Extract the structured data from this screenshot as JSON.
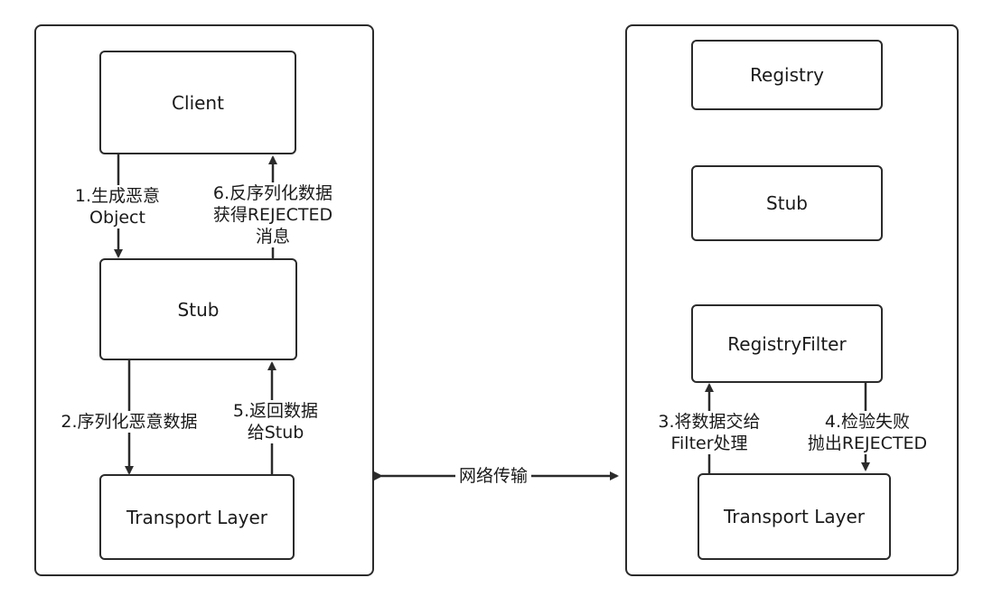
{
  "colors": {
    "stroke": "#2b2b2b",
    "background": "#ffffff",
    "text": "#1a1a1a"
  },
  "left": {
    "client": "Client",
    "stub": "Stub",
    "transport": "Transport Layer",
    "step1": [
      "1.生成恶意",
      "Object"
    ],
    "step6": [
      "6.反序列化数据",
      "获得REJECTED",
      "消息"
    ],
    "step2": [
      "2.序列化恶意数据"
    ],
    "step5": [
      "5.返回数据",
      "给Stub"
    ]
  },
  "right": {
    "registry": "Registry",
    "stub": "Stub",
    "registry_filter": "RegistryFilter",
    "transport": "Transport Layer",
    "step3": [
      "3.将数据交给",
      "Filter处理"
    ],
    "step4": [
      "4.检验失败",
      "抛出REJECTED"
    ]
  },
  "network": "网络传输"
}
